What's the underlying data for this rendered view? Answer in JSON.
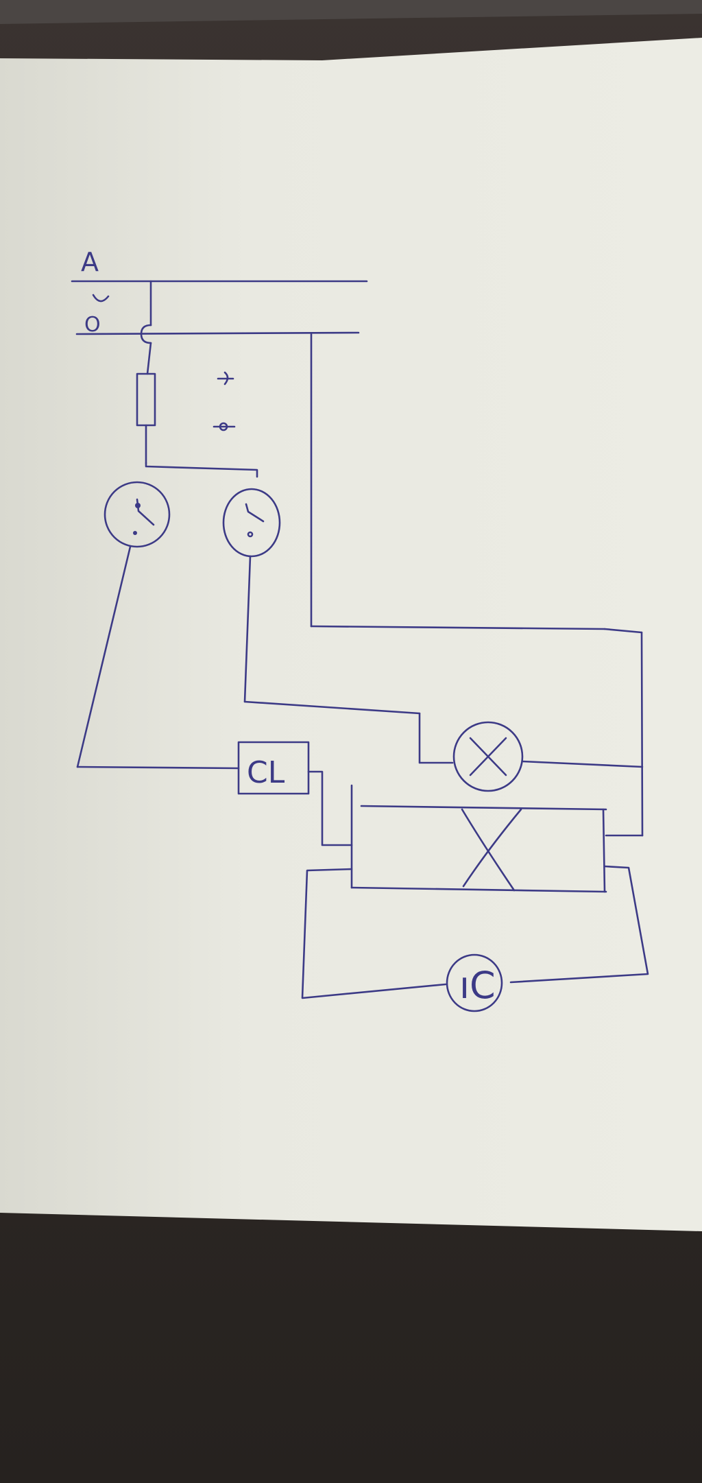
{
  "diagram": {
    "labels": {
      "phase": "A",
      "neutral": "O",
      "choke": "CL",
      "starter": "ıC"
    },
    "colors": {
      "paper": "#e9e9e1",
      "ink": "#3c3a86",
      "table": "#2e2a28"
    }
  }
}
